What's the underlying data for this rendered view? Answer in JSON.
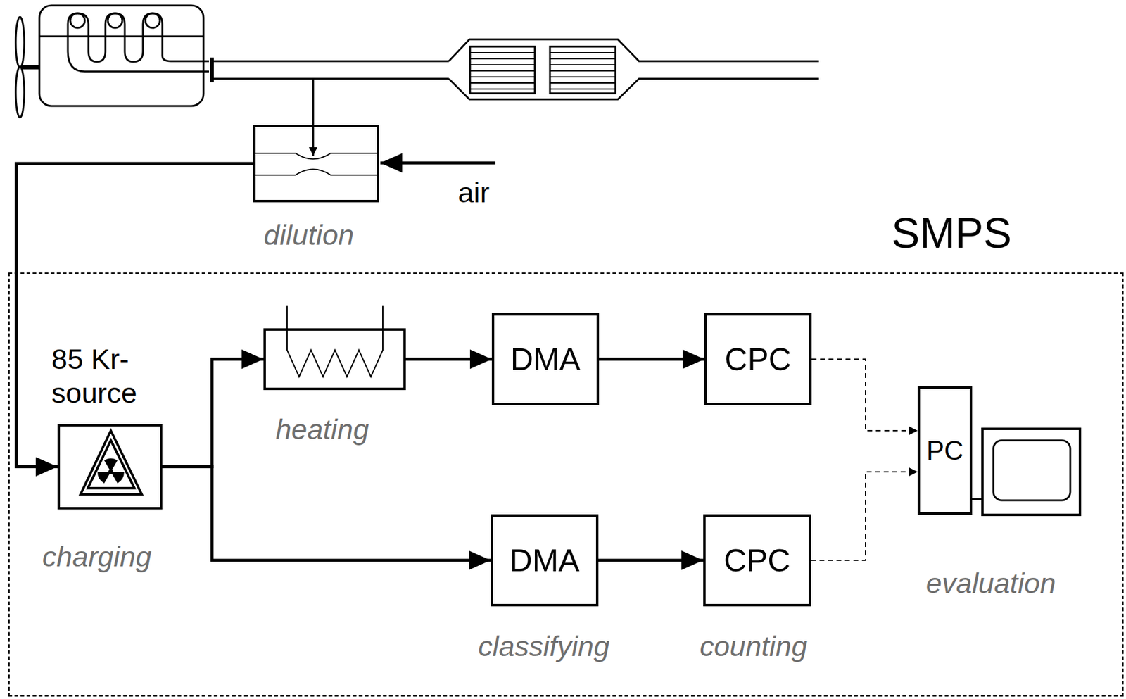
{
  "diagram": {
    "nodes": [
      {
        "text": [
          "dilution"
        ]
      },
      {
        "text": [
          "SMPS"
        ]
      },
      {
        "text": [
          "85 Kr- source",
          "charging"
        ],
        "in": 1
      },
      {
        "text": [
          "heating"
        ],
        "in": 1
      },
      {
        "text": [
          "DMA"
        ],
        "in": 1
      },
      {
        "text": [
          "CPC"
        ],
        "in": 1
      },
      {
        "text": [
          "DMA",
          "classifying"
        ],
        "in": 1
      },
      {
        "text": [
          "CPC",
          "counting"
        ],
        "in": 1
      },
      {
        "text": [
          "PC"
        ],
        "in": 1
      }
    ],
    "edges": [
      {
        "from": 0,
        "to": 2,
        "arrow": "to"
      },
      {
        "from": 2,
        "to": 3,
        "arrow": "to"
      },
      {
        "from": 2,
        "to": 6,
        "arrow": "to"
      },
      {
        "from": 3,
        "to": 4,
        "arrow": "to"
      },
      {
        "from": 4,
        "to": 5,
        "arrow": "to"
      },
      {
        "from": 5,
        "to": 8,
        "arrow": "to"
      },
      {
        "from": 6,
        "to": 7,
        "arrow": "to"
      },
      {
        "from": 7,
        "to": 8,
        "arrow": "to"
      }
    ],
    "labels": [
      "air",
      "evaluation"
    ]
  }
}
